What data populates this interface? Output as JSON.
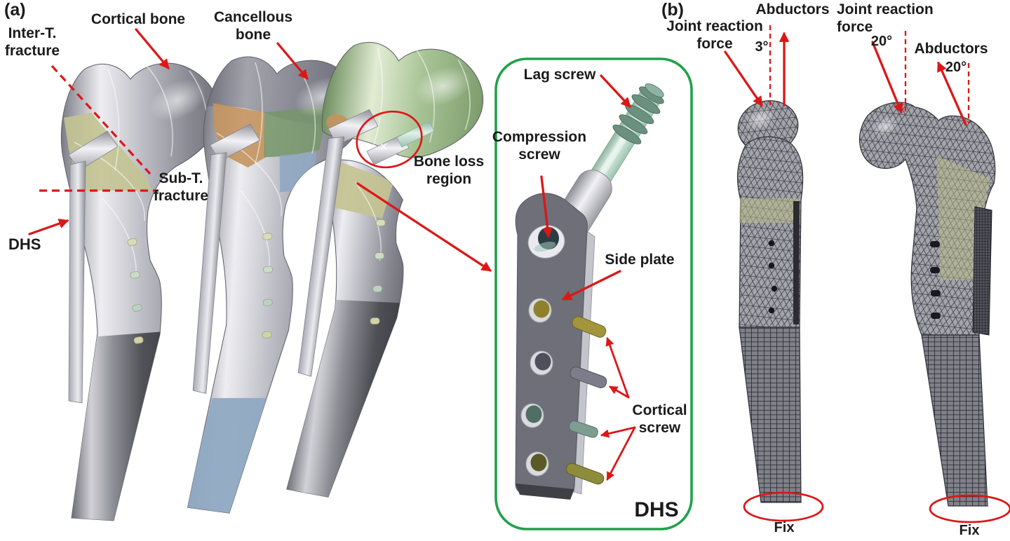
{
  "colors": {
    "background": "#ffffff",
    "annotation_red": "#dc1717",
    "detail_box_green": "#1fa24a",
    "label_text": "#1b1b1b",
    "cortical_bone_gray": "#9a9aa4",
    "trochanteric_olive": "#c3c392",
    "cancellous_orange": "#c4945e",
    "cancellous_green": "#76966a",
    "osteoporotic_blue": "#8fa9c2",
    "bone_loss_head_green": "#a2be90",
    "implant_silver": "#c6c6ce",
    "lag_screw_mint": "#bedccf",
    "side_plate_gray": "#6f6f79",
    "cortical_screw_gold": "#a3953c",
    "cortical_screw_slate": "#7c7c8a",
    "cortical_screw_teal": "#7d9d91",
    "cortical_screw_olive": "#8c8c3a",
    "fe_mesh_gray": "#a6a6ae",
    "bone_loss_band_yellow": "#b9bd8a"
  },
  "panel_a": {
    "tag": "(a)",
    "labels": {
      "inter_t_fracture": "Inter-T.\nfracture",
      "cortical_bone": "Cortical bone",
      "cancellous_bone": "Cancellous\nbone",
      "sub_t_fracture": "Sub-T.\nfracture",
      "dhs": "DHS",
      "bone_loss_region": "Bone loss\nregion"
    }
  },
  "dhs_detail": {
    "labels": {
      "lag_screw": "Lag screw",
      "compression_screw": "Compression\nscrew",
      "side_plate": "Side plate",
      "cortical_screw": "Cortical\nscrew"
    },
    "caption": "DHS"
  },
  "panel_b": {
    "tag": "(b)",
    "left_model": {
      "joint_reaction_force": "Joint reaction\nforce",
      "joint_reaction_angle": "3°",
      "abductors": "Abductors",
      "fix": "Fix"
    },
    "right_model": {
      "joint_reaction_force": "Joint reaction\nforce",
      "joint_reaction_angle": "20°",
      "abductors": "Abductors",
      "abductors_angle": "20°",
      "fix": "Fix"
    }
  }
}
